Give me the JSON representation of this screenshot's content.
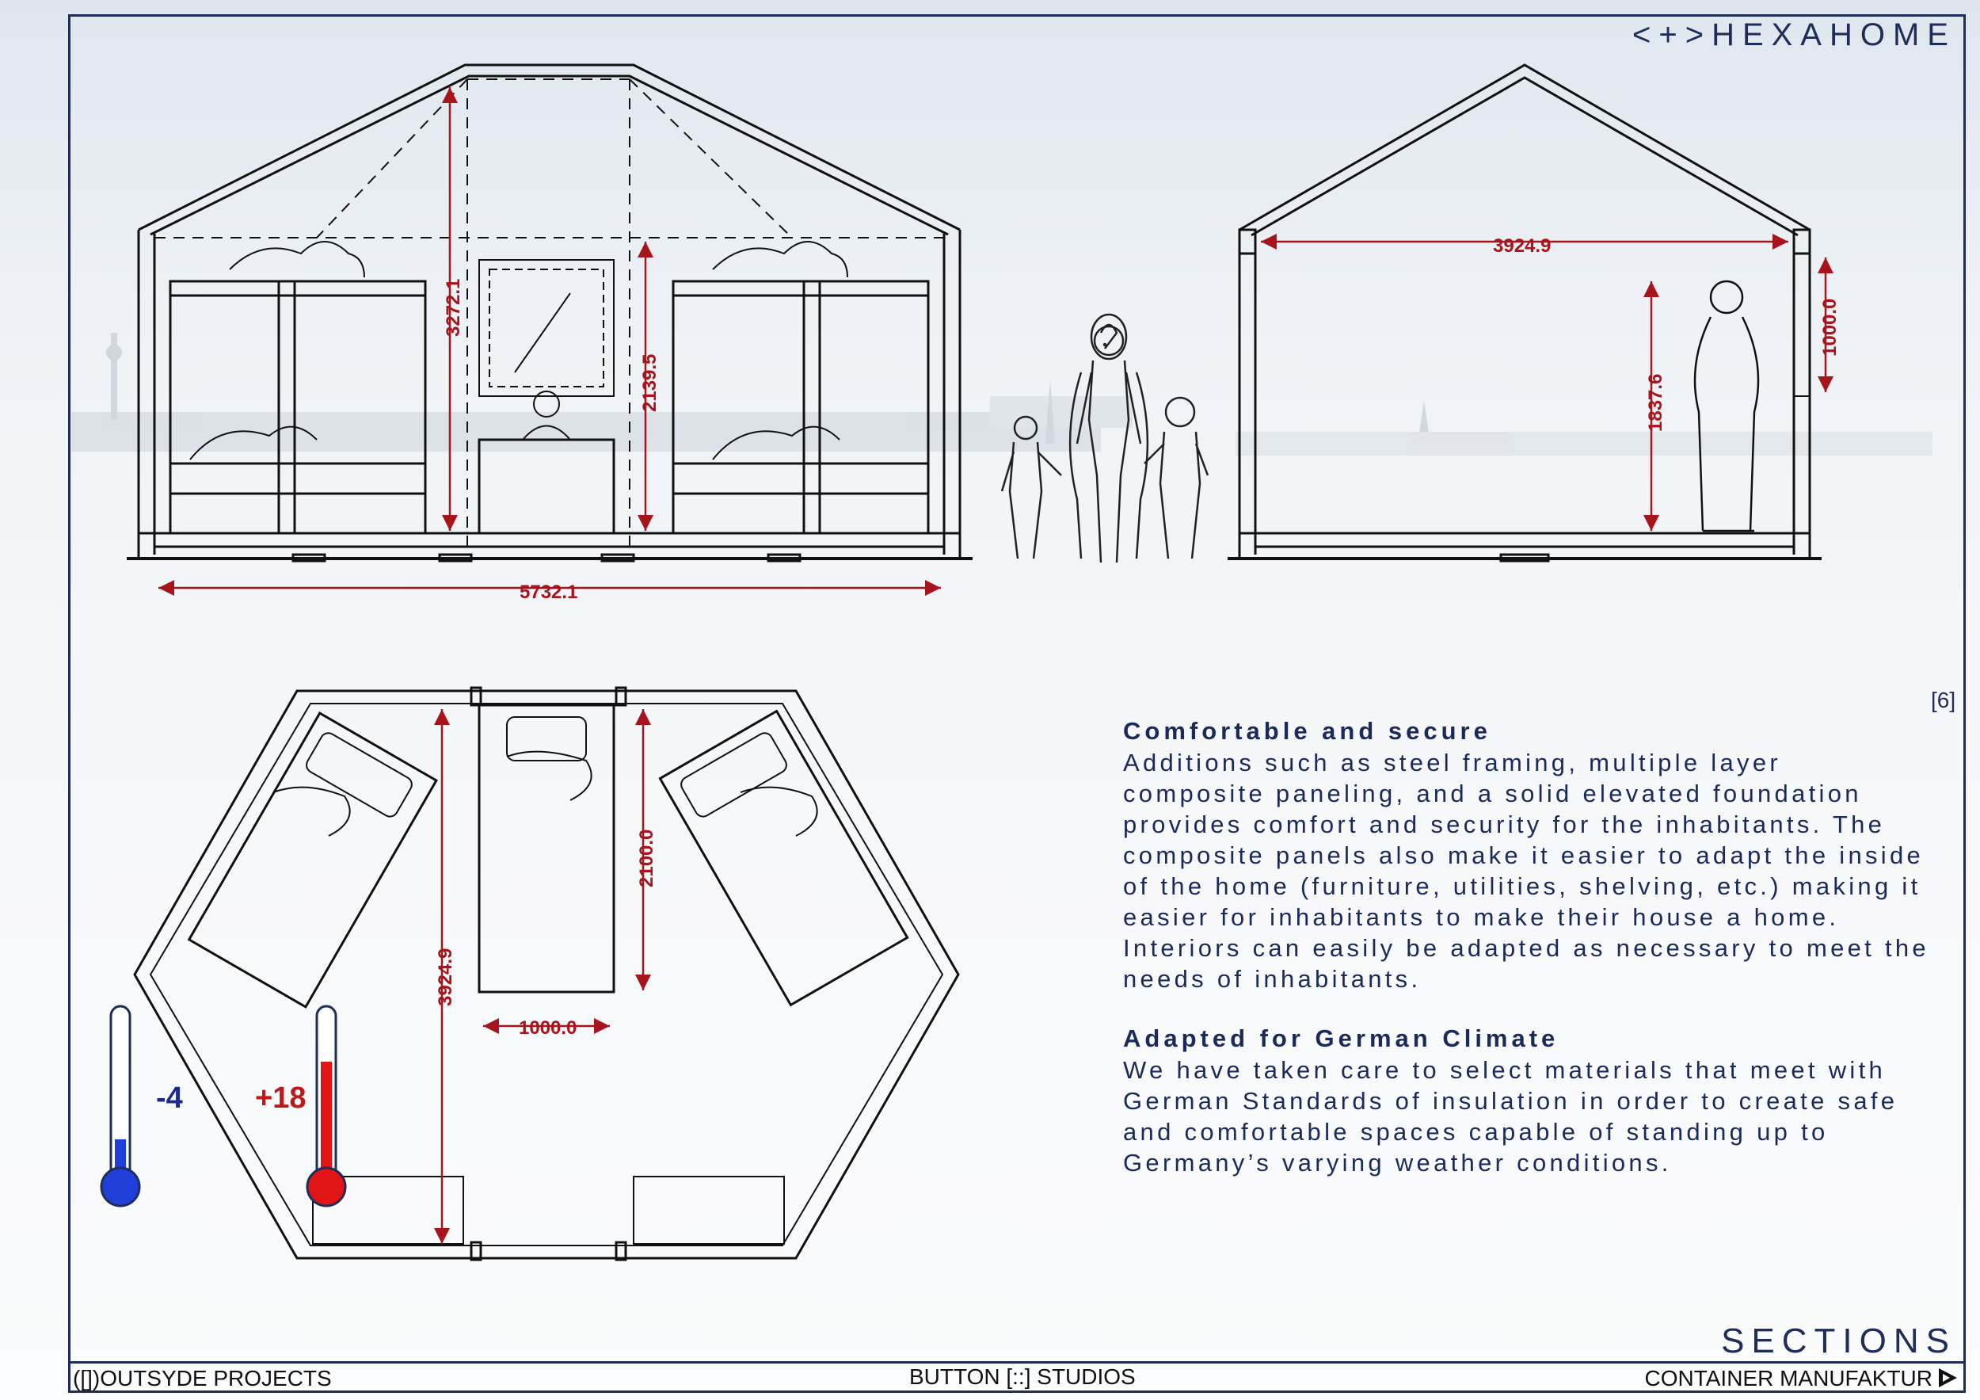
{
  "header": {
    "brand": "<+>HEXAHOME"
  },
  "page": {
    "number": "[6]",
    "section_title": "SECTIONS"
  },
  "footer": {
    "left": "([])OUTSYDE PROJECTS",
    "center": "BUTTON [::] STUDIOS",
    "right": "CONTAINER MANUFAKTUR"
  },
  "text_blocks": [
    {
      "heading": "Comfortable and secure",
      "body": "Additions such as steel framing, multiple layer composite paneling, and a solid elevated foundation provides comfort and security for the inhabitants. The composite panels also make it easier to adapt the inside of the home (furniture, utilities, shelving, etc.) making it easier for inhabitants to make their house a home. Interiors can easily be adapted as necessary to meet the needs of inhabitants."
    },
    {
      "heading": "Adapted for German Climate",
      "body": "We have taken care to select materials that meet with German Standards of insulation in order to create safe and comfortable spaces capable of standing up to Germany’s varying weather conditions."
    }
  ],
  "dimensions": {
    "front_section": {
      "width": "5732.1",
      "height_total": "3272.1",
      "height_bunk": "2139.5"
    },
    "side_section": {
      "width": "3924.9",
      "window": "1000.0",
      "person": "1837.6"
    },
    "plan": {
      "depth": "3924.9",
      "bed_length": "2100.0",
      "bed_width": "1000.0"
    }
  },
  "thermometers": [
    {
      "label": "-4",
      "color": "#1f3fd8"
    },
    {
      "label": "+18",
      "color": "#e01414"
    }
  ],
  "colors": {
    "ink": "#1e2d5a",
    "dimension": "#a8141c"
  }
}
